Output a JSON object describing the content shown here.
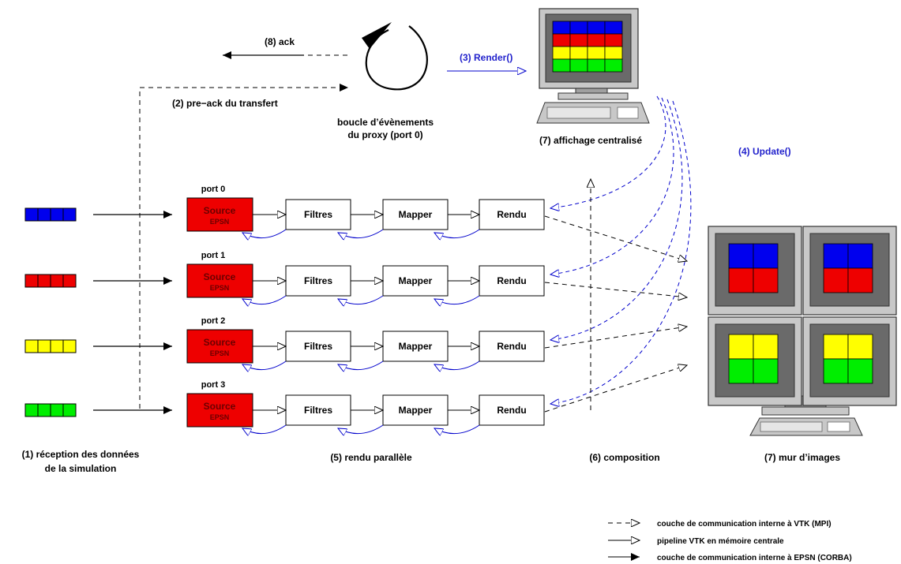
{
  "labels": {
    "ack": "(8) ack",
    "preack": "(2) pre−ack du transfert",
    "loop_line1": "boucle d’évènements",
    "loop_line2": "du proxy (port 0)",
    "render": "(3) Render()",
    "central": "(7) affichage centralisé",
    "update": "(4) Update()",
    "reception_line1": "(1) réception des données",
    "reception_line2": "de la simulation",
    "parallel": "(5) rendu parallèle",
    "composition": "(6) composition",
    "wall": "(7) mur d’images"
  },
  "pipelines": [
    {
      "port": "port 0",
      "color": "#0000ee"
    },
    {
      "port": "port 1",
      "color": "#ee0000"
    },
    {
      "port": "port 2",
      "color": "#ffff00"
    },
    {
      "port": "port 3",
      "color": "#00ee00"
    }
  ],
  "stages": {
    "source_line1": "Source",
    "source_line2": "EPSN",
    "filters": "Filtres",
    "mapper": "Mapper",
    "render": "Rendu"
  },
  "legend": [
    {
      "style": "dashed-open",
      "text": "couche de communication interne à VTK (MPI)"
    },
    {
      "style": "solid-open",
      "text": "pipeline VTK en mémoire centrale"
    },
    {
      "style": "solid-filled",
      "text": "couche de communication interne à EPSN (CORBA)"
    }
  ],
  "colors": {
    "source_fill": "#ee0000",
    "update_arrows": "#0000cc",
    "render_label": "#2222cc",
    "monitor_body": "#c8c8c8"
  },
  "central_screen_colors": [
    "#0000ee",
    "#ee0000",
    "#ffff00",
    "#00ee00"
  ],
  "wall_screens": [
    {
      "top": "#0000ee",
      "bottom": "#ee0000"
    },
    {
      "top": "#0000ee",
      "bottom": "#ee0000"
    },
    {
      "top": "#ffff00",
      "bottom": "#00ee00"
    },
    {
      "top": "#ffff00",
      "bottom": "#00ee00"
    }
  ]
}
